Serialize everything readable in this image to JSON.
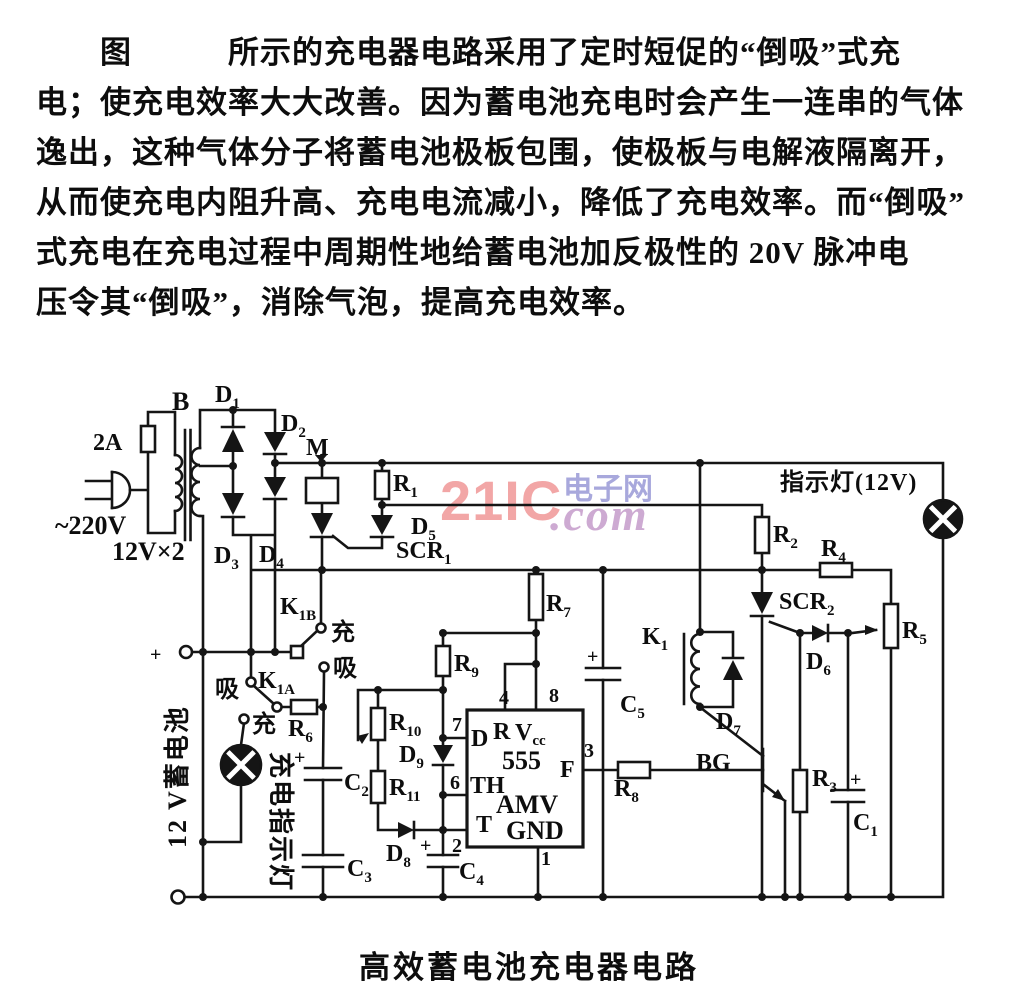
{
  "paragraph": {
    "lines": [
      "　　图　　　所示的充电器电路采用了定时短促的“倒吸”式充",
      "电；使充电效率大大改善。因为蓄电池充电时会产生一连串的气体",
      "逸出，这种气体分子将蓄电池极板包围，使极板与电解液隔离开，",
      "从而使充电内阻升高、充电电流减小，降低了充电效率。而“倒吸”",
      "式充电在充电过程中周期性地给蓄电池加反极性的 20V 脉冲电",
      "压令其“倒吸”，消除气泡，提高充电效率。"
    ]
  },
  "watermark": {
    "t1": "21IC",
    "t2": "电子网",
    "t3": ".com",
    "color1": "#f2a6a6",
    "color2": "#a8a8dc",
    "color3": "#cdaad2"
  },
  "caption": {
    "text": "高效蓄电池充电器电路"
  },
  "circuit": {
    "components": {
      "d1": {
        "b": "D",
        "s": "1"
      },
      "d2": {
        "b": "D",
        "s": "2"
      },
      "d3": {
        "b": "D",
        "s": "3"
      },
      "d4": {
        "b": "D",
        "s": "4"
      },
      "d5": {
        "b": "D",
        "s": "5"
      },
      "d6": {
        "b": "D",
        "s": "6"
      },
      "d7": {
        "b": "D",
        "s": "7"
      },
      "d8": {
        "b": "D",
        "s": "8"
      },
      "d9": {
        "b": "D",
        "s": "9"
      },
      "r1": {
        "b": "R",
        "s": "1"
      },
      "r2": {
        "b": "R",
        "s": "2"
      },
      "r3": {
        "b": "R",
        "s": "3"
      },
      "r4": {
        "b": "R",
        "s": "4"
      },
      "r5": {
        "b": "R",
        "s": "5"
      },
      "r6": {
        "b": "R",
        "s": "6"
      },
      "r7": {
        "b": "R",
        "s": "7"
      },
      "r8": {
        "b": "R",
        "s": "8"
      },
      "r9": {
        "b": "R",
        "s": "9"
      },
      "r10": {
        "b": "R",
        "s": "10"
      },
      "r11": {
        "b": "R",
        "s": "11"
      },
      "c1": {
        "b": "C",
        "s": "1"
      },
      "c2": {
        "b": "C",
        "s": "2"
      },
      "c3": {
        "b": "C",
        "s": "3"
      },
      "c4": {
        "b": "C",
        "s": "4"
      },
      "c5": {
        "b": "C",
        "s": "5"
      },
      "scr1": {
        "b": "SCR",
        "s": "1"
      },
      "scr2": {
        "b": "SCR",
        "s": "2"
      },
      "k1": {
        "b": "K",
        "s": "1"
      },
      "k1a": {
        "b": "K",
        "s": "1A"
      },
      "k1b": {
        "b": "K",
        "s": "1B"
      },
      "m": "M",
      "b": "B",
      "bg": "BG",
      "fuse": "2A",
      "ac": "~220V",
      "sec": "12V×2",
      "ind": "指示灯(12V)",
      "bat": "12 V蓄电池",
      "clamp": "充电指示灯",
      "chong": "充",
      "xi": "吸",
      "plus": "+"
    },
    "ic": {
      "p1": "1",
      "p2": "2",
      "p3": "3",
      "p4": "4",
      "p6": "6",
      "p7": "7",
      "p8": "8",
      "d": "D",
      "r": "R",
      "v": "V",
      "cc": "cc",
      "num": "555",
      "th": "TH",
      "f": "F",
      "amv": "AMV",
      "t": "T",
      "gnd": "GND"
    }
  }
}
